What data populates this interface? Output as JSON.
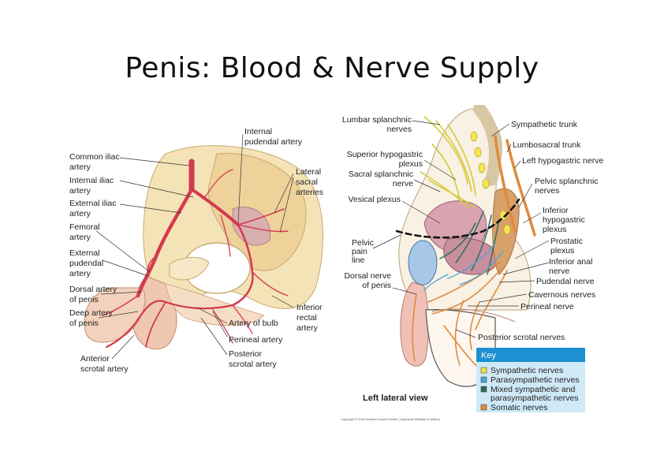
{
  "title": "Penis: Blood & Nerve Supply",
  "left_figure": {
    "labels": {
      "common_iliac": [
        "Common iliac",
        "artery"
      ],
      "internal_iliac": [
        "Internal iliac",
        "artery"
      ],
      "external_iliac": [
        "External iliac",
        "artery"
      ],
      "femoral": [
        "Femoral",
        "artery"
      ],
      "external_pudendal": [
        "External",
        "pudendal",
        "artery"
      ],
      "dorsal_artery": [
        "Dorsal artery",
        "of penis"
      ],
      "deep_artery": [
        "Deep artery",
        "of penis"
      ],
      "anterior_scrotal": [
        "Anterior",
        "scrotal artery"
      ],
      "internal_pudendal": [
        "Internal",
        "pudendal artery"
      ],
      "lateral_sacral": [
        "Lateral",
        "sacral",
        "arteries"
      ],
      "inferior_rectal": [
        "Inferior",
        "rectal",
        "artery"
      ],
      "artery_of_bulb": [
        "Artery of bulb"
      ],
      "perineal_artery": [
        "Perineal artery"
      ],
      "posterior_scrotal": [
        "Posterior",
        "scrotal artery"
      ]
    }
  },
  "right_figure": {
    "labels": {
      "lumbar_splanchnic": [
        "Lumbar splanchnic",
        "nerves"
      ],
      "superior_hypogastric": [
        "Superior hypogastric",
        "plexus"
      ],
      "sacral_splanchnic": [
        "Sacral splanchnic",
        "nerve"
      ],
      "vesical_plexus": [
        "Vesical plexus"
      ],
      "pelvic_pain_line": [
        "Pelvic",
        "pain",
        "line"
      ],
      "dorsal_nerve": [
        "Dorsal nerve",
        "of penis"
      ],
      "sympathetic_trunk": [
        "Sympathetic trunk"
      ],
      "lumbosacral_trunk": [
        "Lumbosacral trunk"
      ],
      "left_hypogastric": [
        "Left hypogastric nerve"
      ],
      "pelvic_splanchnic": [
        "Pelvic splanchnic",
        "nerves"
      ],
      "inferior_hypogastric": [
        "Inferior",
        "hypogastric",
        "plexus"
      ],
      "prostatic_plexus": [
        "Prostatic",
        "plexus"
      ],
      "inferior_anal": [
        "Inferior anal",
        "nerve"
      ],
      "pudendal_nerve": [
        "Pudendal nerve"
      ],
      "cavernous_nerves": [
        "Cavernous nerves"
      ],
      "perineal_nerve": [
        "Perineal nerve"
      ],
      "posterior_scrotal_nerves": [
        "Posterior scrotal nerves"
      ]
    },
    "view_label": "Left lateral view",
    "copyright": "Copyright © 2010 Wolters Kluwer Health | Lippincott Williams & Wilkins",
    "key": {
      "title": "Key",
      "header_color": "#1e8fd0",
      "body_color": "#cfe9f7",
      "items": [
        {
          "label": [
            "Sympathetic nerves"
          ],
          "color": "#f2e24a"
        },
        {
          "label": [
            "Parasympathetic nerves"
          ],
          "color": "#4aa7d8"
        },
        {
          "label": [
            "Mixed sympathetic and",
            "parasympathetic nerves"
          ],
          "color": "#2f6e5a"
        },
        {
          "label": [
            "Somatic nerves"
          ],
          "color": "#e08a3a"
        }
      ]
    }
  }
}
